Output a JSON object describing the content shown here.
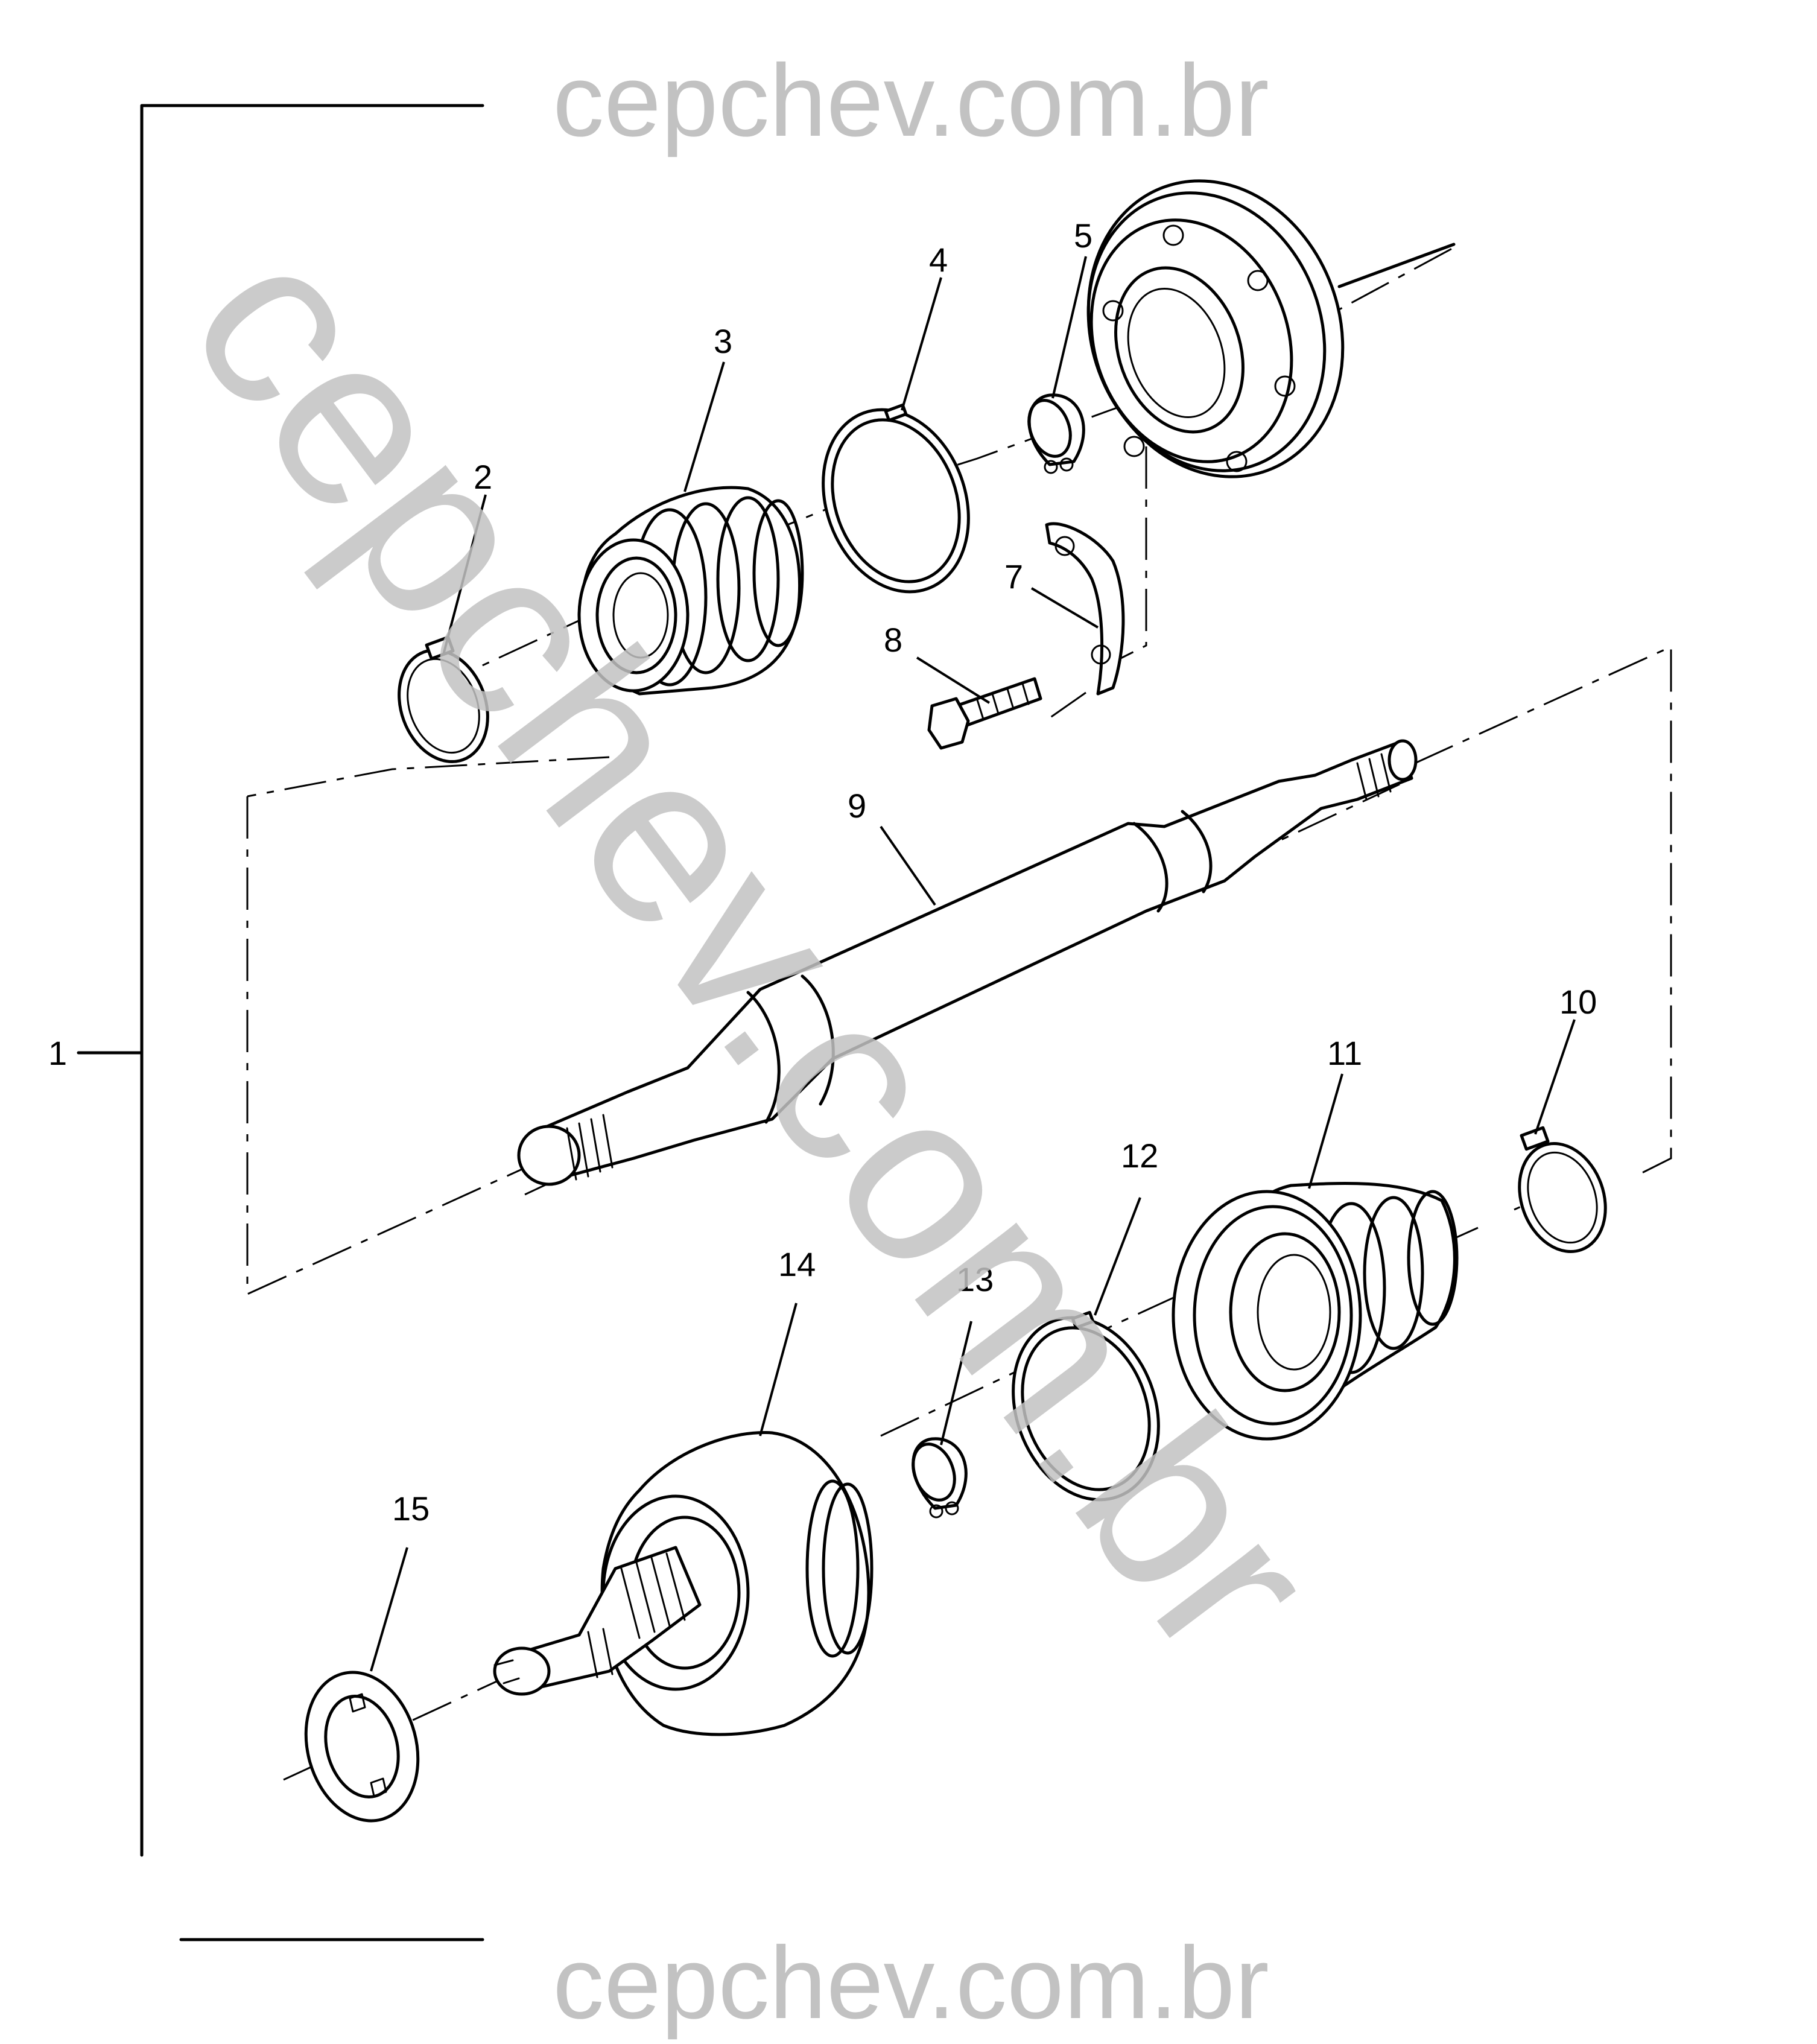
{
  "watermark": {
    "text": "cepchev.com.br",
    "color": "#c2c2c2"
  },
  "callouts": [
    {
      "id": "1",
      "label": "1"
    },
    {
      "id": "2",
      "label": "2"
    },
    {
      "id": "3",
      "label": "3"
    },
    {
      "id": "4",
      "label": "4"
    },
    {
      "id": "5",
      "label": "5"
    },
    {
      "id": "7",
      "label": "7"
    },
    {
      "id": "8",
      "label": "8"
    },
    {
      "id": "9",
      "label": "9"
    },
    {
      "id": "10",
      "label": "10"
    },
    {
      "id": "11",
      "label": "11"
    },
    {
      "id": "12",
      "label": "12"
    },
    {
      "id": "13",
      "label": "13"
    },
    {
      "id": "14",
      "label": "14"
    },
    {
      "id": "15",
      "label": "15"
    }
  ],
  "colors": {
    "background": "#ffffff",
    "ink": "#000000"
  }
}
